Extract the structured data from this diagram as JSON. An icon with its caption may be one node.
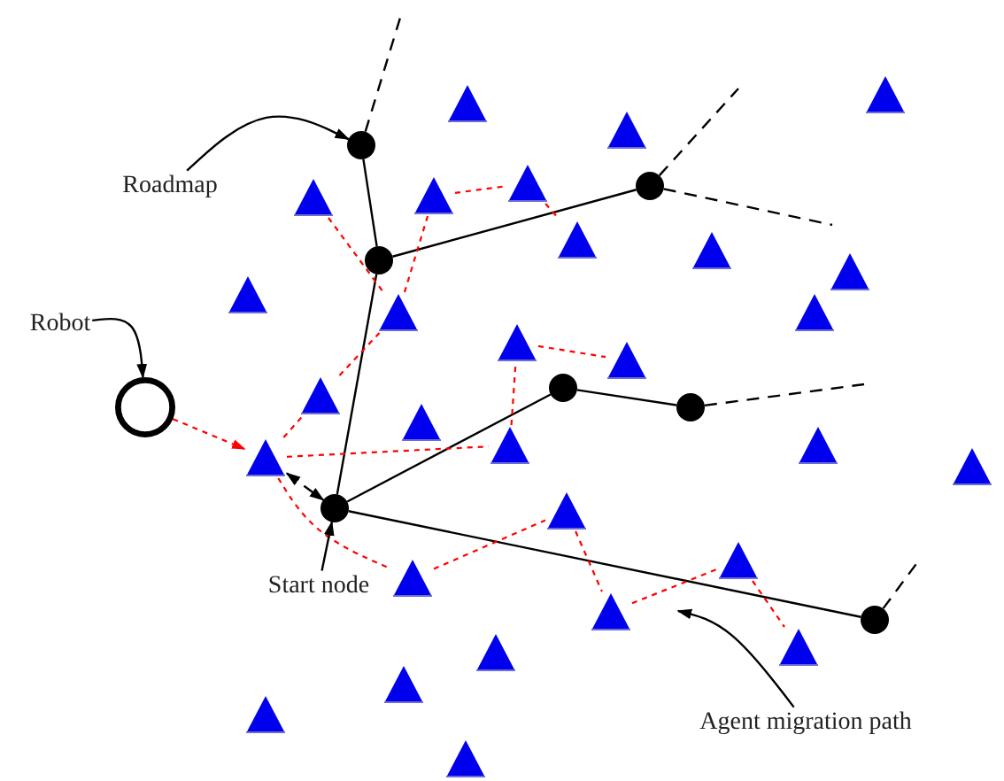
{
  "diagram": {
    "nodes": [
      {
        "text": [
          "Roadmap"
        ]
      },
      {
        "text": [
          "Robot"
        ]
      },
      {
        "text": [],
        "shape": "circle"
      },
      {
        "text": [
          "Start node"
        ]
      },
      {
        "text": [
          "Agent migration path"
        ]
      },
      {
        "text": [],
        "shape": "circle"
      },
      {
        "text": [],
        "shape": "circle"
      },
      {
        "text": [],
        "shape": "circle"
      },
      {
        "text": [],
        "shape": "circle"
      },
      {
        "text": [],
        "shape": "circle"
      },
      {
        "text": [],
        "shape": "circle"
      },
      {
        "text": [],
        "shape": "circle"
      },
      {
        "text": [],
        "shape": "triangle"
      },
      {
        "text": [],
        "shape": "triangle"
      },
      {
        "text": [],
        "shape": "triangle"
      },
      {
        "text": [],
        "shape": "triangle"
      },
      {
        "text": [],
        "shape": "triangle"
      },
      {
        "text": [],
        "shape": "triangle"
      },
      {
        "text": [],
        "shape": "triangle"
      },
      {
        "text": [],
        "shape": "triangle"
      },
      {
        "text": [],
        "shape": "triangle"
      },
      {
        "text": [],
        "shape": "triangle"
      },
      {
        "text": [],
        "shape": "triangle"
      },
      {
        "text": [],
        "shape": "triangle"
      },
      {
        "text": [],
        "shape": "triangle"
      },
      {
        "text": [],
        "shape": "triangle"
      },
      {
        "text": [],
        "shape": "triangle"
      },
      {
        "text": [],
        "shape": "triangle"
      },
      {
        "text": [],
        "shape": "triangle"
      },
      {
        "text": [],
        "shape": "triangle"
      },
      {
        "text": [],
        "shape": "triangle"
      },
      {
        "text": [],
        "shape": "triangle"
      },
      {
        "text": [],
        "shape": "triangle"
      },
      {
        "text": [],
        "shape": "triangle"
      },
      {
        "text": [],
        "shape": "triangle"
      },
      {
        "text": [],
        "shape": "triangle"
      },
      {
        "text": [],
        "shape": "triangle"
      },
      {
        "text": [],
        "shape": "triangle"
      },
      {
        "text": [],
        "shape": "triangle"
      },
      {
        "text": [],
        "shape": "triangle"
      },
      {
        "text": [],
        "shape": "triangle"
      }
    ],
    "edges": [
      {
        "from": 5,
        "to": 6,
        "arrow": "none"
      },
      {
        "from": 6,
        "to": 10,
        "arrow": "none"
      },
      {
        "from": 6,
        "to": 7,
        "arrow": "none"
      },
      {
        "from": 10,
        "to": 8,
        "arrow": "none"
      },
      {
        "from": 8,
        "to": 9,
        "arrow": "none"
      },
      {
        "from": 10,
        "to": 11,
        "arrow": "none"
      },
      {
        "from": 5,
        "to": null,
        "arrow": "none",
        "style": "dashed"
      },
      {
        "from": 7,
        "to": null,
        "arrow": "none",
        "style": "dashed"
      },
      {
        "from": 7,
        "to": null,
        "arrow": "none",
        "style": "dashed"
      },
      {
        "from": 9,
        "to": null,
        "arrow": "none",
        "style": "dashed"
      },
      {
        "from": 11,
        "to": null,
        "arrow": "none",
        "style": "dashed"
      },
      {
        "from": 2,
        "to": 31,
        "arrow": "to",
        "style": "dashed",
        "color": "#ff0000"
      },
      {
        "from": 31,
        "to": 26,
        "arrow": "none",
        "style": "dashed",
        "color": "#ff0000"
      },
      {
        "from": 26,
        "to": 23,
        "arrow": "none",
        "style": "dashed",
        "color": "#ff0000"
      },
      {
        "from": 15,
        "to": 23,
        "arrow": "none",
        "style": "dashed",
        "color": "#ff0000"
      },
      {
        "from": 23,
        "to": 16,
        "arrow": "none",
        "style": "dashed",
        "color": "#ff0000"
      },
      {
        "from": 16,
        "to": 17,
        "arrow": "none",
        "style": "dashed",
        "color": "#ff0000"
      },
      {
        "from": 17,
        "to": 18,
        "arrow": "none",
        "style": "dashed",
        "color": "#ff0000"
      },
      {
        "from": 31,
        "to": 28,
        "arrow": "none",
        "style": "dashed",
        "color": "#ff0000"
      },
      {
        "from": 28,
        "to": 24,
        "arrow": "none",
        "style": "dashed",
        "color": "#ff0000"
      },
      {
        "from": 24,
        "to": 25,
        "arrow": "none",
        "style": "dashed",
        "color": "#ff0000"
      },
      {
        "from": 31,
        "to": 33,
        "arrow": "none",
        "style": "dashed",
        "color": "#ff0000"
      },
      {
        "from": 33,
        "to": 32,
        "arrow": "none",
        "style": "dashed",
        "color": "#ff0000"
      },
      {
        "from": 32,
        "to": 35,
        "arrow": "none",
        "style": "dashed",
        "color": "#ff0000"
      },
      {
        "from": 35,
        "to": 34,
        "arrow": "none",
        "style": "dashed",
        "color": "#ff0000"
      },
      {
        "from": 34,
        "to": 36,
        "arrow": "none",
        "style": "dashed",
        "color": "#ff0000"
      },
      {
        "from": 31,
        "to": 10,
        "arrow": "both",
        "style": "dashed"
      },
      {
        "from": 0,
        "to": 5,
        "arrow": "to"
      },
      {
        "from": 1,
        "to": 2,
        "arrow": "to"
      },
      {
        "from": 3,
        "to": 10,
        "arrow": "to"
      },
      {
        "from": 4,
        "to": null,
        "arrow": "to"
      }
    ]
  }
}
